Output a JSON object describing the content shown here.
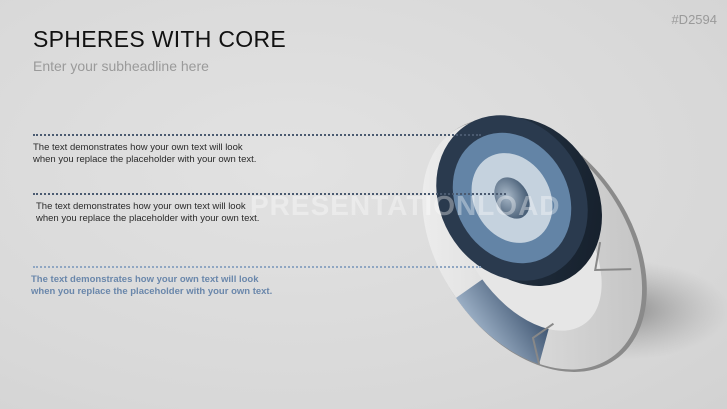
{
  "slide": {
    "title": "SPHERES WITH CORE",
    "subheadline": "Enter your subheadline here",
    "code": "#D2594",
    "watermark": "PRESENTATIONLOAD"
  },
  "text_blocks": [
    {
      "line1": "The text demonstrates how your own text will look",
      "line2": "when you replace the placeholder with your own text."
    },
    {
      "line1": "The text demonstrates how your own text will look",
      "line2": "when you replace the placeholder with your own text."
    },
    {
      "line1": "The text demonstrates how your own text will look",
      "line2": "when you replace the placeholder with your own text."
    }
  ],
  "colors": {
    "dark_navy": "#2a3a4e",
    "mid_blue": "#6384a6",
    "light_blue": "#c5d2de",
    "accent_text": "#6a87ab"
  }
}
